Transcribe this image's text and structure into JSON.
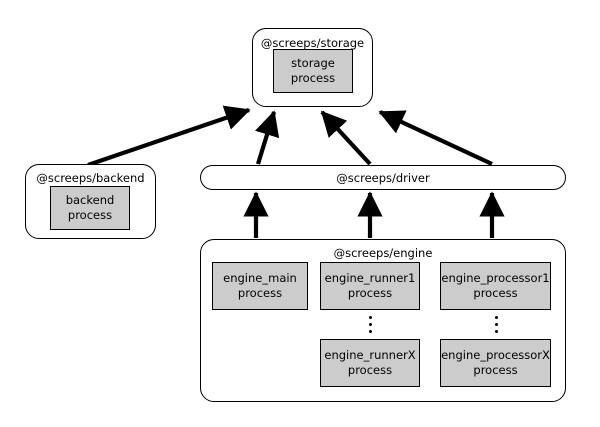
{
  "diagram": {
    "type": "architecture-process-diagram",
    "background": "#ffffff",
    "line_color": "#000000",
    "process_fill": "#cccccc",
    "packages": [
      {
        "id": "storage",
        "title": "@screeps/storage",
        "processes": [
          {
            "id": "storage-process",
            "line1": "storage",
            "line2": "process"
          }
        ]
      },
      {
        "id": "backend",
        "title": "@screeps/backend",
        "processes": [
          {
            "id": "backend-process",
            "line1": "backend",
            "line2": "process"
          }
        ]
      },
      {
        "id": "driver",
        "title": "@screeps/driver",
        "processes": []
      },
      {
        "id": "engine",
        "title": "@screeps/engine",
        "processes": [
          {
            "id": "engine-main",
            "line1": "engine_main",
            "line2": "process"
          },
          {
            "id": "engine-runner1",
            "line1": "engine_runner1",
            "line2": "process"
          },
          {
            "id": "engine-processor1",
            "line1": "engine_processor1",
            "line2": "process"
          },
          {
            "id": "engine-runnerx",
            "line1": "engine_runnerX",
            "line2": "process"
          },
          {
            "id": "engine-processorx",
            "line1": "engine_processorX",
            "line2": "process"
          }
        ],
        "ellipses": [
          {
            "id": "dots-runner",
            "label": "vertical-ellipsis"
          },
          {
            "id": "dots-processor",
            "label": "vertical-ellipsis"
          }
        ]
      }
    ],
    "edges": [
      {
        "id": "backend-to-storage",
        "from": "backend",
        "to": "storage",
        "style": "solid-arrow"
      },
      {
        "id": "driver-to-storage-1",
        "from": "driver",
        "to": "storage",
        "style": "solid-arrow"
      },
      {
        "id": "driver-to-storage-2",
        "from": "driver",
        "to": "storage",
        "style": "solid-arrow"
      },
      {
        "id": "driver-to-storage-3",
        "from": "driver",
        "to": "storage",
        "style": "solid-arrow"
      },
      {
        "id": "engine-to-driver-1",
        "from": "engine",
        "to": "driver",
        "style": "solid-arrow"
      },
      {
        "id": "engine-to-driver-2",
        "from": "engine",
        "to": "driver",
        "style": "solid-arrow"
      },
      {
        "id": "engine-to-driver-3",
        "from": "engine",
        "to": "driver",
        "style": "solid-arrow"
      }
    ]
  }
}
